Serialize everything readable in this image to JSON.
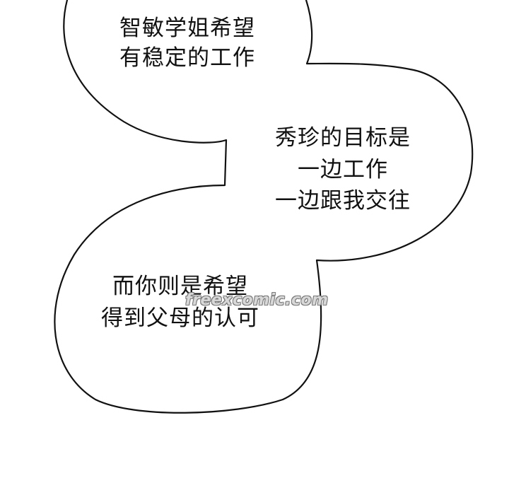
{
  "bubble": {
    "part1": {
      "line1": "智敏学姐希望",
      "line2": "有稳定的工作"
    },
    "part2": {
      "line1": "秀珍的目标是",
      "line2": "一边工作",
      "line3": "一边跟我交往"
    },
    "part3": {
      "line1": "而你则是希望",
      "line2": "得到父母的认可"
    }
  },
  "watermark": {
    "text": "freexcomic.com"
  },
  "colors": {
    "background": "#ffffff",
    "outline": "#111111",
    "text": "#111111"
  }
}
